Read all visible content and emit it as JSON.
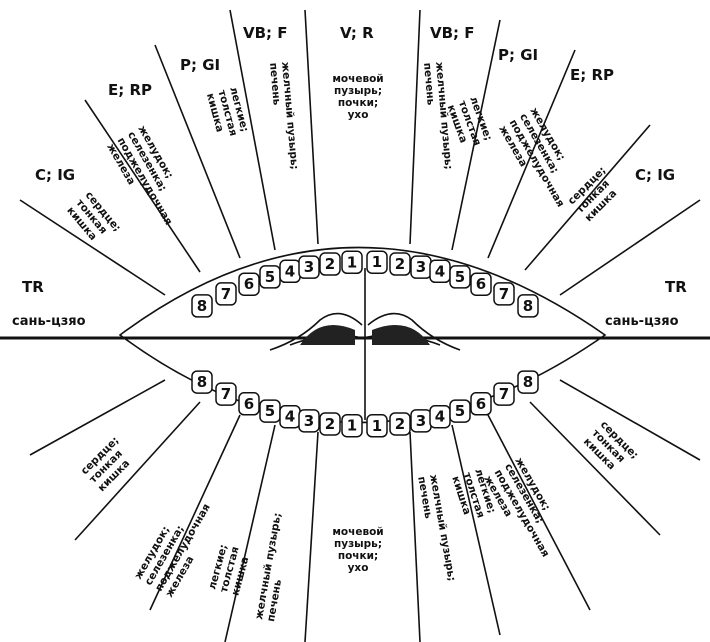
{
  "top_labels": {
    "center": "V; R",
    "vb_f_left": "VB; F",
    "vb_f_right": "VB; F",
    "p_gi_left": "P; GI",
    "p_gi_right": "P; GI",
    "e_rp_left": "E; RP",
    "e_rp_right": "E; RP",
    "c_ig_left": "C; IG",
    "c_ig_right": "C; IG"
  },
  "side_labels": {
    "tr_left": "TR",
    "tr_right": "TR",
    "meridian_left": "сань-цзяо",
    "meridian_right": "сань-цзяо"
  },
  "organs": {
    "bladder_top": [
      "мочевой",
      "пузырь;",
      "почки;",
      "ухо"
    ],
    "bladder_bottom": [
      "мочевой",
      "пузырь;",
      "почки;",
      "ухо"
    ],
    "gallbladder": [
      "желчный пузырь;",
      "печень"
    ],
    "lungs": [
      "легкие;",
      "толстая",
      "кишка"
    ],
    "stomach": [
      "желудок;",
      "селезенка;",
      "поджелудочная",
      "железа"
    ],
    "heart": [
      "сердце;",
      "тонкая",
      "кишка"
    ]
  },
  "teeth": {
    "upper": [
      "8",
      "7",
      "6",
      "5",
      "4",
      "3",
      "2",
      "1",
      "1",
      "2",
      "3",
      "4",
      "5",
      "6",
      "7",
      "8"
    ],
    "lower": [
      "8",
      "7",
      "6",
      "5",
      "4",
      "3",
      "2",
      "1",
      "1",
      "2",
      "3",
      "4",
      "5",
      "6",
      "7",
      "8"
    ]
  }
}
